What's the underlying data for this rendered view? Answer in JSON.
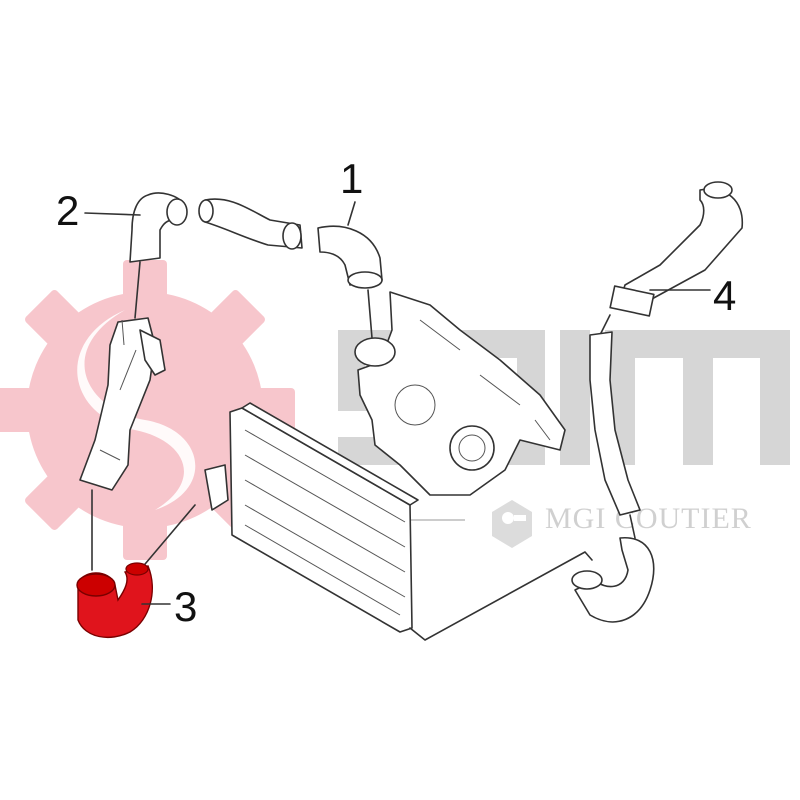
{
  "diagram": {
    "callouts": [
      {
        "id": "1",
        "label": "1"
      },
      {
        "id": "2",
        "label": "2"
      },
      {
        "id": "3",
        "label": "3"
      },
      {
        "id": "4",
        "label": "4"
      }
    ],
    "highlighted_part": "3",
    "watermark": {
      "brand_logo": "seim",
      "sub_brand": "MGI COUTIER"
    },
    "colors": {
      "highlight": "#e0141c",
      "gear_watermark": "#f7c6cc",
      "text_watermark": "#d4d4d4",
      "line": "#333333"
    }
  }
}
